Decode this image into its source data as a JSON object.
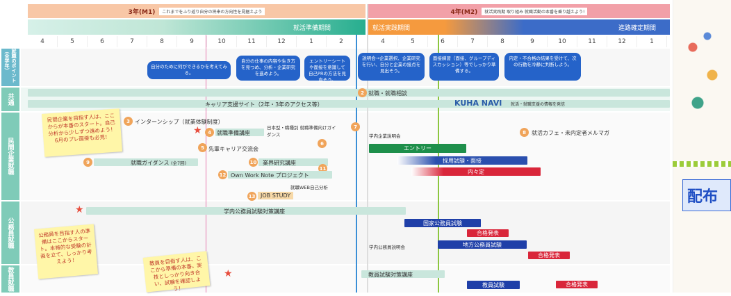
{
  "year3": {
    "label": "3年(M1)",
    "note": "これまでをふり返り自分の将来の方向性を見据えよう"
  },
  "year4": {
    "label": "4年(M2)",
    "note": "就活実践期 取り組み 就職活動の本番を乗り越えよう!"
  },
  "phases": {
    "prep": "就活準備期間",
    "active": "就活実践期間",
    "decide": "進路確定期間"
  },
  "months3": [
    "4",
    "5",
    "6",
    "7",
    "8",
    "9",
    "10",
    "11",
    "12",
    "1",
    "2"
  ],
  "months4": [
    "4",
    "5",
    "6",
    "7",
    "8",
    "9",
    "10",
    "11",
    "12",
    "1"
  ],
  "categories": {
    "points": "就職のポイント（全学年）",
    "common": "共通",
    "private": "民間企業就職",
    "public": "公務員就職",
    "teacher": "教員就職"
  },
  "points": {
    "p1": "自分のために何ができるかを考えてみる。",
    "p2": "自分の仕事の内容や生き方を見つめ、分析・企業研究を進めよう。",
    "p3": "エントリーシートや面接を意識して自己PRの方法を見直そう。",
    "p4": "説明会→企業選択、企業研究を行い、自分と企業の接点を見出そう。",
    "p5": "面接練習（面接、グループディスカッション）等でしっかり準備する。",
    "p6": "内定・不合格の結果を受けて、次の行動を冷静に判断しよう。"
  },
  "common": {
    "c1": "就職・就職相談",
    "c2": "キャリア支援サイト（2年・3年のアクセス等）",
    "c3": "KUHA NAVI",
    "c4": "就活・就職支援の情報を発信"
  },
  "private": {
    "internship": "インターンシップ（就業体験制度）",
    "prep": "就職準備講座",
    "alumni": "先輩キャリア交流会",
    "guidance": "就職ガイダンス",
    "guidanceNote": "(全7回)",
    "research": "業界研究講座",
    "own": "Own Work Note プロジェクト",
    "study": "JOB STUDY",
    "web": "就職WEB自己分析",
    "explain": "日本型・職種別 就職準備向けガイダンス",
    "campusFair": "学内企業説明会",
    "entry": "エントリー",
    "selection": "採用試験・面接",
    "offer": "内々定",
    "cafe": "就活カフェ・未内定者メルマガ"
  },
  "public": {
    "course": "学内公務員試験対策講座",
    "national": "国家公務員試験",
    "nationalResult": "合格発表",
    "campus": "学内公務員説明会",
    "local": "地方公務員試験",
    "localResult": "合格発表"
  },
  "teacher": {
    "course": "教員試験対策講座",
    "exam": "教員試験",
    "result": "合格発表"
  },
  "notes": {
    "private": "民間企業を目指す人は、ここからが本番のスタート。自己分析から少しずつ進めよう！6月のプレ面接も必見！",
    "public": "公務員を目指す人の準備はここからスタート。本格的な受験の計画を立て、しっかり考えよう！",
    "teacher": "教員を目指す人は、ここから準備の本番。実技としっかり向き合い、試験を確認しよう！"
  },
  "circleNums": [
    "2",
    "3",
    "4",
    "5",
    "6",
    "7",
    "8",
    "9",
    "10",
    "11",
    "12",
    "13"
  ],
  "side": {
    "distribute": "配布"
  }
}
